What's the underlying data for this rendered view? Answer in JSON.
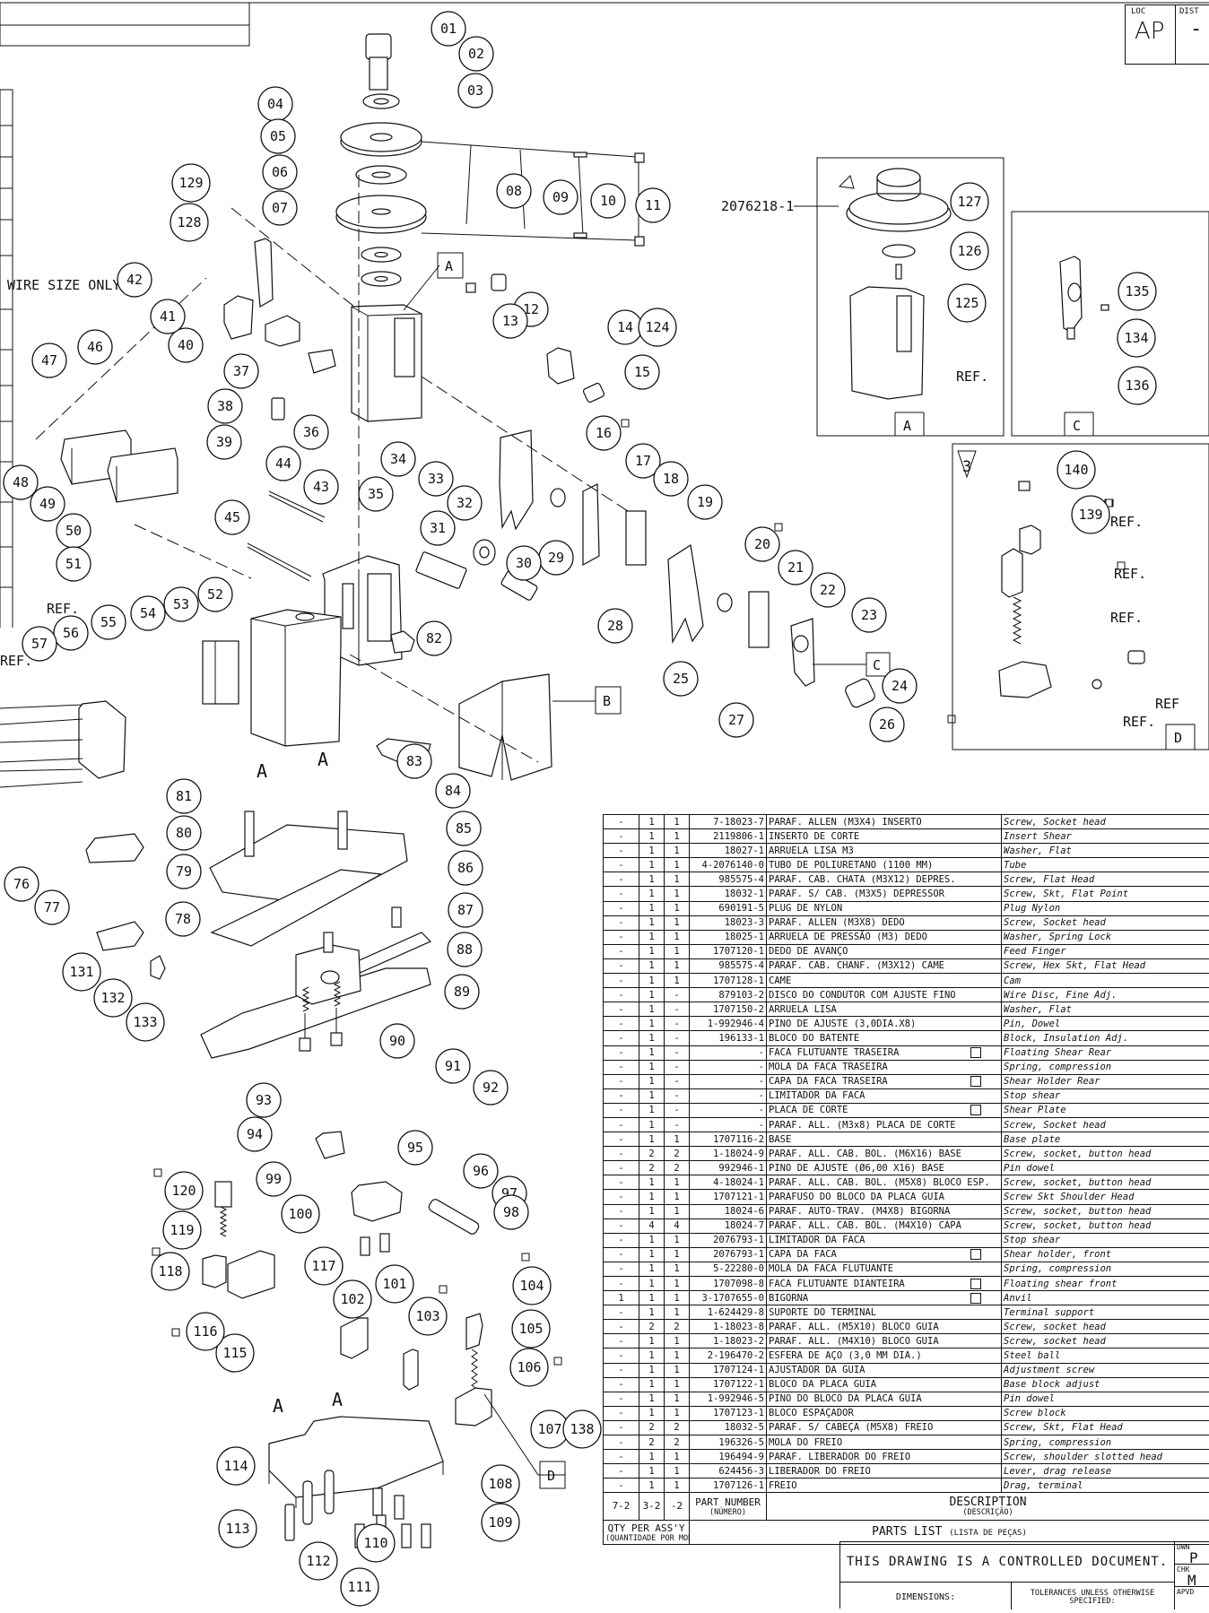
{
  "header": {
    "loc_label": "LOC",
    "loc_value": "AP",
    "dist_label": "DIST",
    "dist_value": "-"
  },
  "notes": {
    "wire_size": "WIRE SIZE ONLY",
    "ref": "REF.",
    "ref2": "REF",
    "part_no_callout": "2076218-1",
    "flag_note": "3"
  },
  "views": {
    "A": "A",
    "B": "B",
    "C": "C",
    "D": "D"
  },
  "balloons": [
    "01",
    "02",
    "03",
    "04",
    "05",
    "06",
    "07",
    "08",
    "09",
    "10",
    "11",
    "12",
    "13",
    "14",
    "124",
    "15",
    "16",
    "17",
    "18",
    "19",
    "20",
    "21",
    "22",
    "23",
    "24",
    "25",
    "26",
    "27",
    "28",
    "29",
    "30",
    "31",
    "32",
    "33",
    "34",
    "35",
    "36",
    "37",
    "38",
    "39",
    "40",
    "41",
    "42",
    "43",
    "44",
    "45",
    "46",
    "47",
    "48",
    "49",
    "50",
    "51",
    "52",
    "53",
    "54",
    "55",
    "56",
    "57",
    "76",
    "77",
    "78",
    "79",
    "80",
    "81",
    "82",
    "83",
    "84",
    "85",
    "86",
    "87",
    "88",
    "89",
    "90",
    "91",
    "92",
    "93",
    "94",
    "95",
    "96",
    "97",
    "98",
    "99",
    "100",
    "101",
    "102",
    "103",
    "104",
    "105",
    "106",
    "107",
    "138",
    "108",
    "109",
    "110",
    "111",
    "112",
    "113",
    "114",
    "115",
    "116",
    "117",
    "118",
    "119",
    "120",
    "125",
    "126",
    "127",
    "128",
    "129",
    "131",
    "132",
    "133",
    "134",
    "135",
    "136",
    "139",
    "140"
  ],
  "parts_list": {
    "rows": [
      [
        "-",
        "1",
        "1",
        "7-18023-7",
        "PARAF. ALLEN (M3X4) INSERTO",
        "Screw, Socket head",
        false
      ],
      [
        "-",
        "1",
        "1",
        "2119806-1",
        "INSERTO DE CORTE",
        "Insert Shear",
        false
      ],
      [
        "-",
        "1",
        "1",
        "18027-1",
        "ARRUELA LISA M3",
        "Washer, Flat",
        false
      ],
      [
        "-",
        "1",
        "1",
        "4-2076140-0",
        "TUBO DE POLIURETANO (1100 MM)",
        "Tube",
        false
      ],
      [
        "-",
        "1",
        "1",
        "985575-4",
        "PARAF. CAB. CHATA (M3X12) DEPRES.",
        "Screw, Flat Head",
        false
      ],
      [
        "-",
        "1",
        "1",
        "18032-1",
        "PARAF. S/ CAB. (M3X5) DEPRESSOR",
        "Screw, Skt, Flat Point",
        false
      ],
      [
        "-",
        "1",
        "1",
        "690191-5",
        "PLUG DE NYLON",
        "Plug Nylon",
        false
      ],
      [
        "-",
        "1",
        "1",
        "18023-3",
        "PARAF. ALLEN (M3X8) DEDO",
        "Screw, Socket head",
        false
      ],
      [
        "-",
        "1",
        "1",
        "18025-1",
        "ARRUELA DE PRESSÃO (M3) DEDO",
        "Washer, Spring Lock",
        false
      ],
      [
        "-",
        "1",
        "1",
        "1707120-1",
        "DEDO DE AVANÇO",
        "Feed Finger",
        false
      ],
      [
        "-",
        "1",
        "1",
        "985575-4",
        "PARAF. CAB. CHANF. (M3X12) CAME",
        "Screw, Hex Skt, Flat Head",
        false
      ],
      [
        "-",
        "1",
        "1",
        "1707128-1",
        "CAME",
        "Cam",
        false
      ],
      [
        "-",
        "1",
        "-",
        "879103-2",
        "DISCO DO CONDUTOR COM AJUSTE FINO",
        "Wire Disc, Fine Adj.",
        false
      ],
      [
        "-",
        "1",
        "-",
        "1707150-2",
        "ARRUELA LISA",
        "Washer, Flat",
        false
      ],
      [
        "-",
        "1",
        "-",
        "1-992946-4",
        "PINO DE AJUSTE (3,0DIA.X8)",
        "Pin, Dowel",
        false
      ],
      [
        "-",
        "1",
        "-",
        "196133-1",
        "BLOCO DO BATENTE",
        "Block, Insulation Adj.",
        false
      ],
      [
        "-",
        "1",
        "-",
        "-",
        "FACA FLUTUANTE TRASEIRA",
        "Floating Shear Rear",
        true
      ],
      [
        "-",
        "1",
        "-",
        "-",
        "MOLA DA FACA TRASEIRA",
        "Spring, compression",
        false
      ],
      [
        "-",
        "1",
        "-",
        "-",
        "CAPA DA FACA TRASEIRA",
        "Shear Holder Rear",
        true
      ],
      [
        "-",
        "1",
        "-",
        "-",
        "LIMITADOR DA FACA",
        "Stop shear",
        false
      ],
      [
        "-",
        "1",
        "-",
        "-",
        "PLACA DE CORTE",
        "Shear Plate",
        true
      ],
      [
        "-",
        "1",
        "-",
        "-",
        "PARAF. ALL. (M3x8) PLACA DE CORTE",
        "Screw, Socket head",
        false
      ],
      [
        "-",
        "1",
        "1",
        "1707116-2",
        "BASE",
        "Base plate",
        false
      ],
      [
        "-",
        "2",
        "2",
        "1-18024-9",
        "PARAF. ALL. CAB. BOL. (M6X16) BASE",
        "Screw, socket, button head",
        false
      ],
      [
        "-",
        "2",
        "2",
        "992946-1",
        "PINO DE AJUSTE (Ø6,00 X16) BASE",
        "Pin dowel",
        false
      ],
      [
        "-",
        "1",
        "1",
        "4-18024-1",
        "PARAF. ALL. CAB. BOL. (M5X8) BLOCO ESP.",
        "Screw, socket, button head",
        false
      ],
      [
        "-",
        "1",
        "1",
        "1707121-1",
        "PARAFUSO DO BLOCO DA PLACA GUIA",
        "Screw Skt Shoulder Head",
        false
      ],
      [
        "-",
        "1",
        "1",
        "18024-6",
        "PARAF. AUTO-TRAV. (M4X8) BIGORNA",
        "Screw, socket, button head",
        false
      ],
      [
        "-",
        "4",
        "4",
        "18024-7",
        "PARAF. ALL. CAB. BOL. (M4X10) CAPA",
        "Screw, socket, button head",
        false
      ],
      [
        "-",
        "1",
        "1",
        "2076793-1",
        "LIMITADOR DA FACA",
        "Stop shear",
        false
      ],
      [
        "-",
        "1",
        "1",
        "2076793-1",
        "CAPA DA FACA",
        "Shear holder, front",
        true
      ],
      [
        "-",
        "1",
        "1",
        "5-22280-0",
        "MOLA DA FACA FLUTUANTE",
        "Spring, compression",
        false
      ],
      [
        "-",
        "1",
        "1",
        "1707098-8",
        "FACA FLUTUANTE DIANTEIRA",
        "Floating shear front",
        true
      ],
      [
        "1",
        "1",
        "1",
        "3-1707655-0",
        "BIGORNA",
        "Anvil",
        true
      ],
      [
        "-",
        "1",
        "1",
        "1-624429-8",
        "SUPORTE DO TERMINAL",
        "Terminal support",
        false
      ],
      [
        "-",
        "2",
        "2",
        "1-18023-8",
        "PARAF. ALL. (M5X10) BLOCO GUIA",
        "Screw, socket head",
        false
      ],
      [
        "-",
        "1",
        "1",
        "1-18023-2",
        "PARAF. ALL. (M4X10) BLOCO GUIA",
        "Screw, socket head",
        false
      ],
      [
        "-",
        "1",
        "1",
        "2-196470-2",
        "ESFERA DE AÇO (3,0 MM DIA.)",
        "Steel ball",
        false
      ],
      [
        "-",
        "1",
        "1",
        "1707124-1",
        "AJUSTADOR DA GUIA",
        "Adjustment screw",
        false
      ],
      [
        "-",
        "1",
        "1",
        "1707122-1",
        "BLOCO DA PLACA GUIA",
        "Base block adjust",
        false
      ],
      [
        "-",
        "1",
        "1",
        "1-992946-5",
        "PINO DO BLOCO DA PLACA GUIA",
        "Pin dowel",
        false
      ],
      [
        "-",
        "1",
        "1",
        "1707123-1",
        "BLOCO ESPAÇADOR",
        "Screw block",
        false
      ],
      [
        "-",
        "2",
        "2",
        "18032-5",
        "PARAF. S/ CABEÇA (M5X8) FREIO",
        "Screw, Skt, Flat Head",
        false
      ],
      [
        "-",
        "2",
        "2",
        "196326-5",
        "MOLA DO FREIO",
        "Spring, compression",
        false
      ],
      [
        "-",
        "1",
        "1",
        "196494-9",
        "PARAF. LIBERADOR DO FREIO",
        "Screw, shoulder slotted head",
        false
      ],
      [
        "-",
        "1",
        "1",
        "624456-3",
        "LIBERADOR DO FREIO",
        "Lever, drag release",
        false
      ],
      [
        "-",
        "1",
        "1",
        "1707126-1",
        "FREIO",
        "Drag, terminal",
        false
      ]
    ],
    "header": {
      "col1": "7-2",
      "col2": "3-2",
      "col3": "-2",
      "part_number": "PART NUMBER",
      "part_number_pt": "(NÚMERO)",
      "description": "DESCRIPTION",
      "description_pt": "(DESCRIÇÃO)",
      "qty": "QTY PER ASS'Y",
      "qty_pt": "(QUANTIDADE POR MONTAGEM)",
      "parts_list": "PARTS LIST",
      "parts_list_pt": "(LISTA DE PEÇAS)"
    }
  },
  "title_block": {
    "controlled": "THIS DRAWING IS A CONTROLLED DOCUMENT.",
    "dimensions": "DIMENSIONS:",
    "tolerances": "TOLERANCES UNLESS OTHERWISE SPECIFIED:",
    "dwn_label": "DWN",
    "dwn_value": "P",
    "chk_label": "CHK",
    "chk_value": "M",
    "apvd_label": "APVD"
  }
}
